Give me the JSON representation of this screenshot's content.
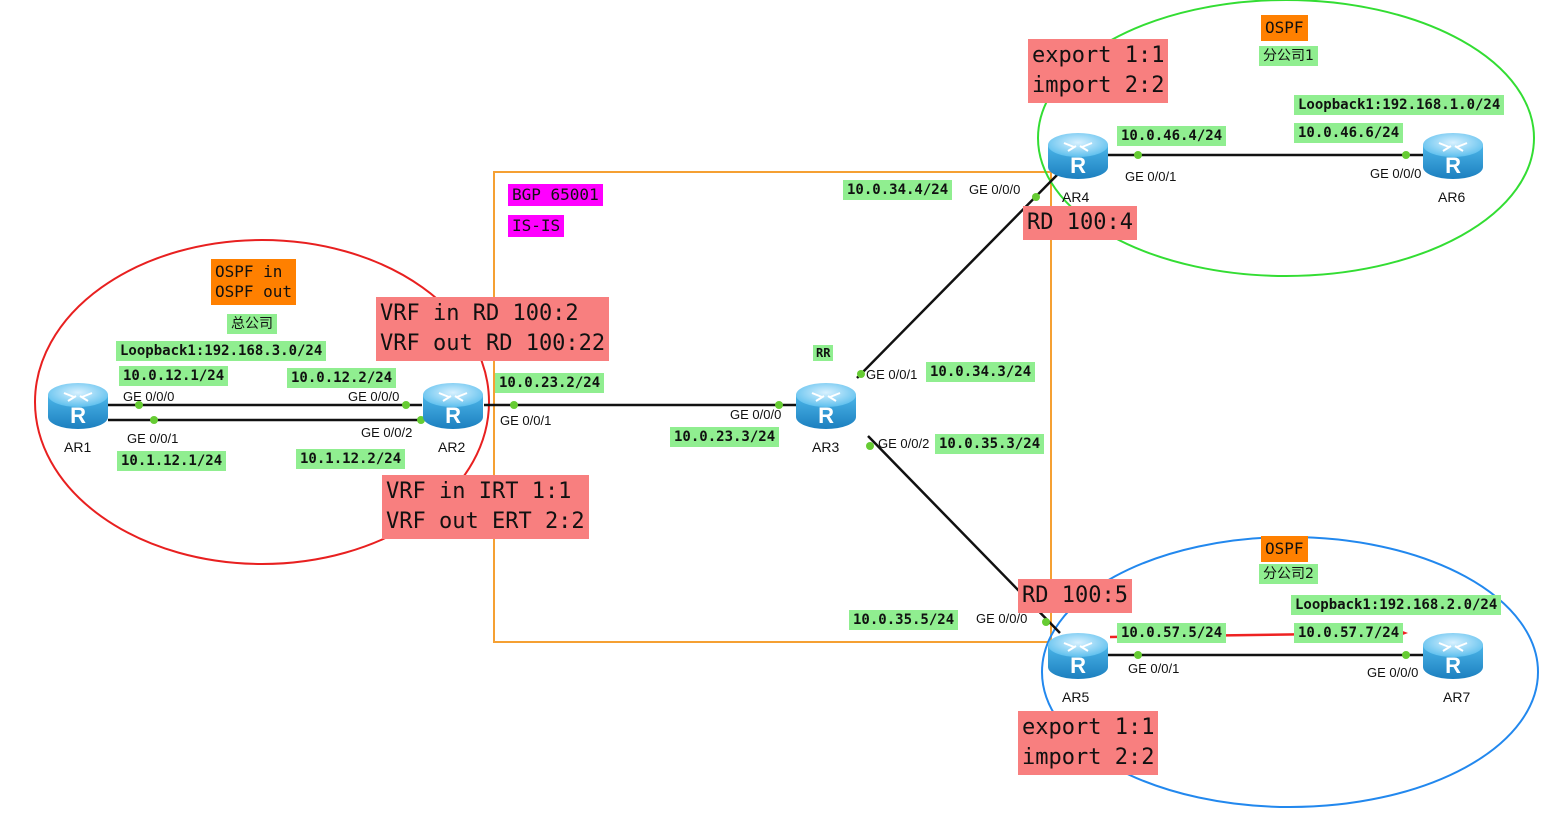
{
  "routers": {
    "ar1": "AR1",
    "ar2": "AR2",
    "ar3": "AR3",
    "ar4": "AR4",
    "ar5": "AR5",
    "ar6": "AR6",
    "ar7": "AR7"
  },
  "rr_label": "RR",
  "hq": {
    "protocol": "OSPF in\nOSPF out",
    "name": "总公司",
    "loopback": "Loopback1:192.168.3.0/24",
    "ar1_ge000_ip": "10.0.12.1/24",
    "ar2_ge000_ip": "10.0.12.2/24",
    "ar1_ge001_ip": "10.1.12.1/24",
    "ar2_ge002_ip": "10.1.12.2/24"
  },
  "branch1": {
    "protocol": "OSPF",
    "name": "分公司1",
    "loopback": "Loopback1:192.168.1.0/24",
    "ar4_ge001_ip": "10.0.46.4/24",
    "ar6_ge000_ip": "10.0.46.6/24"
  },
  "branch2": {
    "protocol": "OSPF",
    "name": "分公司2",
    "loopback": "Loopback1:192.168.2.0/24",
    "ar5_ge001_ip": "10.0.57.5/24",
    "ar7_ge000_ip": "10.0.57.7/24"
  },
  "core": {
    "bgp": "BGP 65001",
    "igp": "IS-IS",
    "ar2_ge001_ip": "10.0.23.2/24",
    "ar3_ge000_ip": "10.0.23.3/24",
    "ar3_ge001_ip": "10.0.34.3/24",
    "ar3_ge002_ip": "10.0.35.3/24",
    "ar4_ge000_ip": "10.0.34.4/24",
    "ar5_ge000_ip": "10.0.35.5/24"
  },
  "config": {
    "ar2_rd": "VRF in RD 100:2\nVRF out RD 100:22",
    "ar2_rt": "VRF in IRT 1:1\nVRF out ERT 2:2",
    "ar4_rd": "RD 100:4",
    "ar4_rt": "export 1:1\nimport 2:2",
    "ar5_rd": "RD 100:5",
    "ar5_rt": "export 1:1\nimport 2:2"
  },
  "ports": {
    "ge000": "GE 0/0/0",
    "ge001": "GE 0/0/1",
    "ge002": "GE 0/0/2"
  },
  "colors": {
    "hq_circle": "#e82020",
    "branch1_circle": "#33dd33",
    "branch2_circle": "#2288ee",
    "as_boundary": "#f5a033",
    "link": "#111111",
    "port_dot": "#66cc33",
    "flow_arrow": "#ee2222",
    "router_body": "#3aa6dd"
  }
}
